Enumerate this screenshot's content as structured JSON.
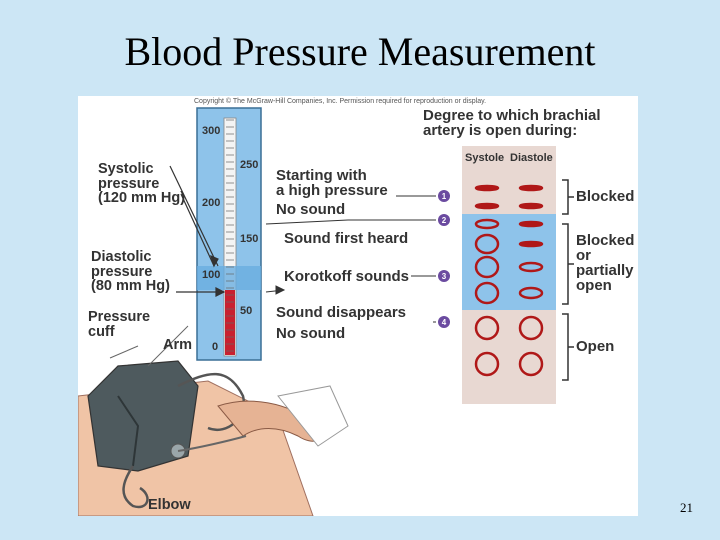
{
  "slide": {
    "title": "Blood Pressure Measurement",
    "number": "21"
  },
  "figure": {
    "copyright": "Copyright © The McGraw-Hill Companies, Inc. Permission required for reproduction or display.",
    "gauge": {
      "ticks": [
        "300",
        "250",
        "200",
        "150",
        "100",
        "50",
        "0"
      ]
    },
    "left_labels": {
      "systolic": [
        "Systolic",
        "pressure",
        "(120 mm Hg)"
      ],
      "diastolic": [
        "Diastolic",
        "pressure",
        "(80 mm Hg)"
      ],
      "cuff": [
        "Pressure",
        "cuff"
      ],
      "arm": "Arm",
      "elbow": "Elbow"
    },
    "sounds": {
      "starting": [
        "Starting with",
        "a high pressure"
      ],
      "no_sound_1": "No sound",
      "first_heard": "Sound first heard",
      "korotkoff": "Korotkoff sounds",
      "disappears": "Sound disappears",
      "no_sound_2": "No sound"
    },
    "steps": [
      "1",
      "2",
      "3",
      "4"
    ],
    "artery": {
      "heading": [
        "Degree to which brachial",
        "artery is open during:"
      ],
      "col_systole": "Systole",
      "col_diastole": "Diastole"
    },
    "states": {
      "blocked": "Blocked",
      "partial": [
        "Blocked",
        "or",
        "partially",
        "open"
      ],
      "open": "Open"
    },
    "colors": {
      "background": "#cce6f5",
      "artery_red": "#b01818",
      "mercury": "#c82030",
      "panel_blue": "#8ec3ea",
      "panel_tan": "#e8d8d2",
      "step_circle": "#6b4ba0"
    }
  }
}
